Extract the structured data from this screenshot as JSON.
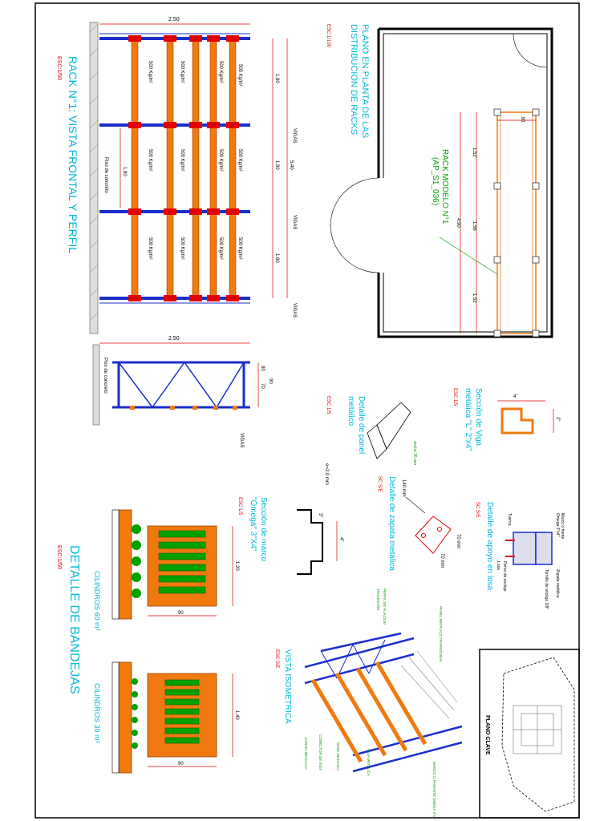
{
  "colors": {
    "cyan": "#00b8d8",
    "green": "#00a000",
    "orange": "#f07a10",
    "blue": "#1a2ecc",
    "red": "#e00000",
    "black": "#000000"
  },
  "front": {
    "title": "RACK N°1: VISTA FRONTAL Y PERFIL",
    "scale": "ESC:1/50",
    "width": "2.50",
    "load": "500 Kg/m²",
    "heights": [
      "1.80",
      "1.80",
      "1.80"
    ],
    "mid": "1.80",
    "total": "5.40",
    "floor": "Piso de concreto",
    "beam": "VIGAS"
  },
  "side": {
    "width": "2.50",
    "floor": "Piso de concreto",
    "d1": "90",
    "d2": "70",
    "d3": "90",
    "beam": "VIGAS"
  },
  "plan": {
    "title_line1": "PLANO EN PLANTA DE LAS",
    "title_line2": "DISTRIBUCION DE RACKS",
    "scale": "ESC:1/100",
    "rack_line1": "RACK MODELO N°1",
    "rack_line2": "(AP_S1_036)",
    "total": "4.90",
    "seg1": "1.52",
    "seg2": "1.56",
    "seg3": "1.52",
    "depth": ".90"
  },
  "viga": {
    "title_line1": "Sección de Viga",
    "title_line2": "metálica \"L\" 2\"x4\"",
    "scale": "ESC 1/5",
    "d1": "4\"",
    "d2": "2\""
  },
  "panel": {
    "title_line1": "Detalle de panel",
    "title_line2": "metálico",
    "scale": "ESC 1/5",
    "note": "ancho 30 mm"
  },
  "apoyo": {
    "title": "Detalle de apoyo en losa",
    "scale": "SC S/E",
    "n1": "Marco o frente",
    "n2": "Omega 3\"x4\"",
    "n3": "Tuerca",
    "n4": "Perno de anclaje",
    "n5": "Zapata metálica",
    "n6": "Tornillo de anclaje 3/8\"",
    "n7": "Losa"
  },
  "zapata": {
    "title": "Detalle de zapata metálica",
    "scale": "SC S/E",
    "d1": "140 mm",
    "d2": "70 mm",
    "d3": "70 mm"
  },
  "marco": {
    "title_line1": "Sección de marco",
    "title_line2": "\"Omega\" 3\"X4\"",
    "scale": "ESC 1/5",
    "d1": "e=2.0 mm",
    "d2": "3\"",
    "d3": "4\""
  },
  "iso": {
    "title": "VISTA ISOMETRICA",
    "scale": "ESC S/E",
    "n1": "PANEL METALICO TRAPEZOIDAL",
    "n2": "PERFIL DE FIJACION",
    "n3": "TRAVESAÑO",
    "n4": "VIGA METALICA",
    "n5": "MARCO O PARANTE OMEGA 3\"x4\"",
    "n6": "BASE METALICA",
    "n7": "CONECTOR DE VIGA",
    "n8": "ZAPATA METALICA"
  },
  "bandejas": {
    "title": "DETALLE DE BANDEJAS",
    "scale": "ESC:1/50",
    "c1": "CILINDROS 60 m³",
    "c2": "CILINDROS 30 m³",
    "w": "1.20",
    "d": "90",
    "h": "1.40"
  },
  "key": {
    "title": "PLANO CLAVE"
  }
}
